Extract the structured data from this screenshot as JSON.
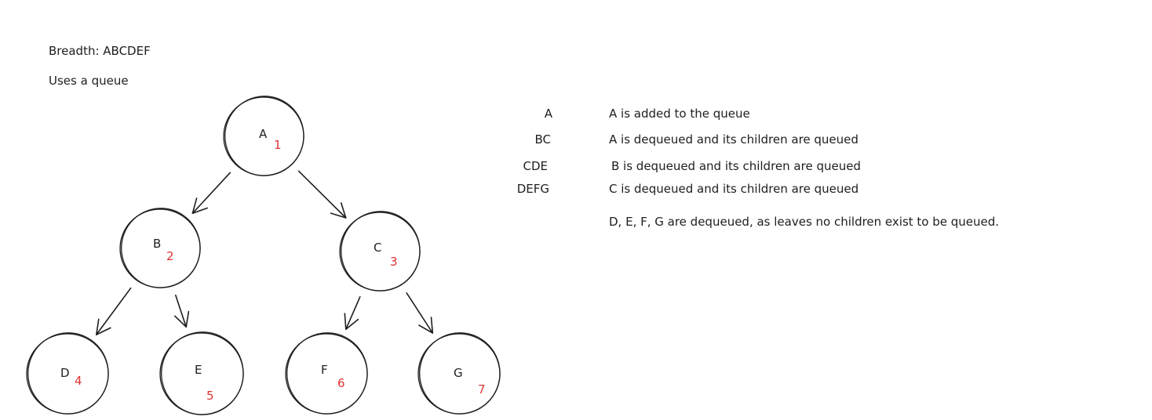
{
  "header": {
    "title": "Breadth: ABCDEF",
    "subtitle": "Uses a queue"
  },
  "tree": {
    "nodes": [
      {
        "id": "A",
        "label": "A",
        "order": "1"
      },
      {
        "id": "B",
        "label": "B",
        "order": "2"
      },
      {
        "id": "C",
        "label": "C",
        "order": "3"
      },
      {
        "id": "D",
        "label": "D",
        "order": "4"
      },
      {
        "id": "E",
        "label": "E",
        "order": "5"
      },
      {
        "id": "F",
        "label": "F",
        "order": "6"
      },
      {
        "id": "G",
        "label": "G",
        "order": "7"
      }
    ],
    "edges": [
      {
        "from": "A",
        "to": "B"
      },
      {
        "from": "A",
        "to": "C"
      },
      {
        "from": "B",
        "to": "D"
      },
      {
        "from": "B",
        "to": "E"
      },
      {
        "from": "C",
        "to": "F"
      },
      {
        "from": "C",
        "to": "G"
      }
    ]
  },
  "steps": [
    {
      "queue": "A",
      "description": "A is added to the queue"
    },
    {
      "queue": "BC",
      "description": "A is dequeued and its children are queued"
    },
    {
      "queue": "CDE",
      "description": "B is dequeued and its children are queued"
    },
    {
      "queue": "DEFG",
      "description": "C is dequeued and its children are queued"
    },
    {
      "queue": "",
      "description": "D, E, F, G are dequeued, as leaves no children exist to be queued."
    }
  ],
  "colors": {
    "ink": "#1e1e1e",
    "order_number": "#e03131",
    "background": "#ffffff"
  }
}
